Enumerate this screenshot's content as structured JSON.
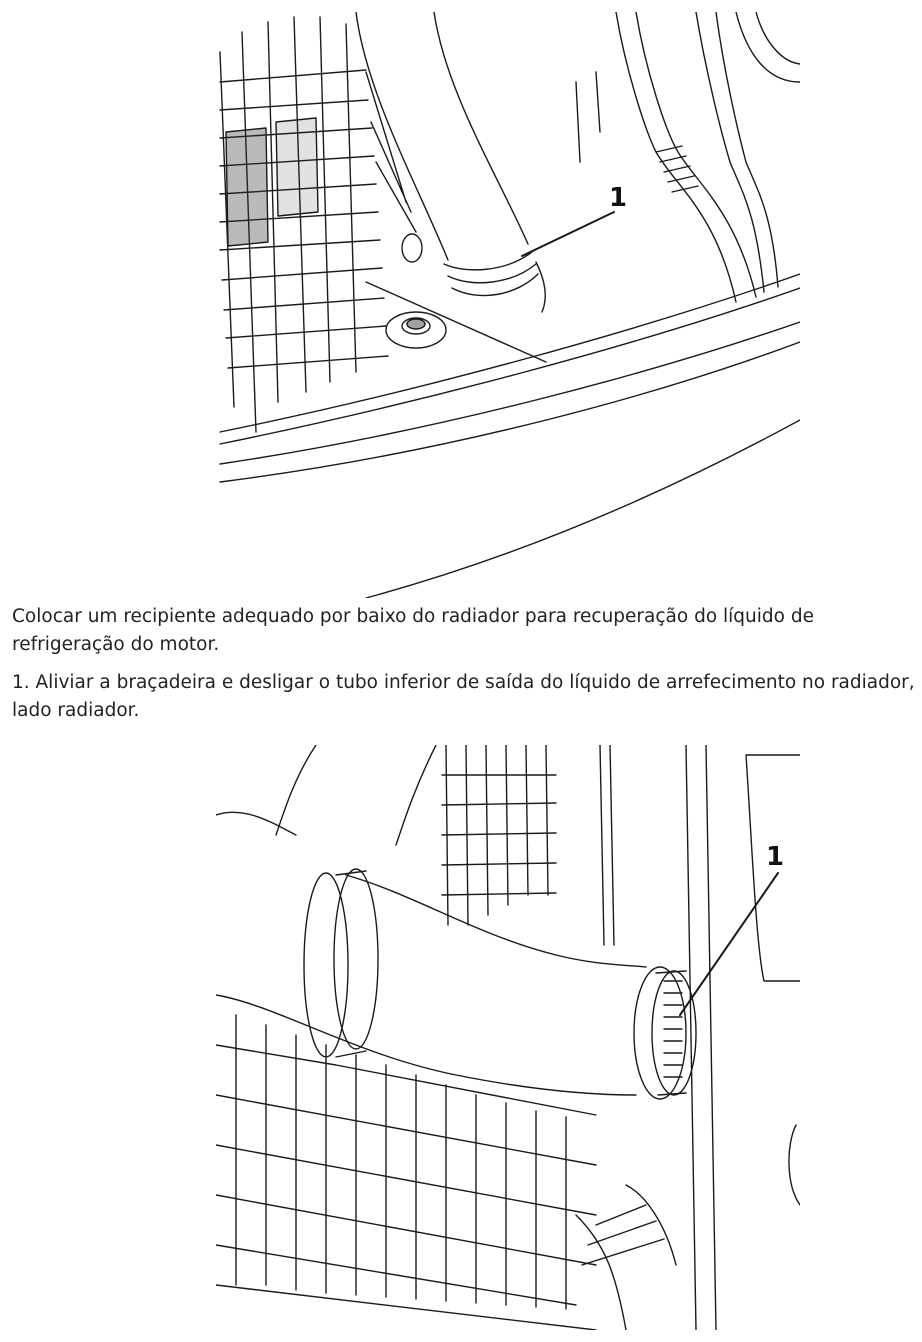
{
  "paragraphs": [
    "Colocar um recipiente adequado por baixo do radiador para recuperação do líquido de refrigeração do motor.",
    "1. Aliviar a braçadeira e desligar o tubo inferior de saída do líquido de arrefecimento no radiador, lado radiador."
  ],
  "figure1": {
    "callout": "1"
  },
  "figure2": {
    "callout": "1"
  }
}
